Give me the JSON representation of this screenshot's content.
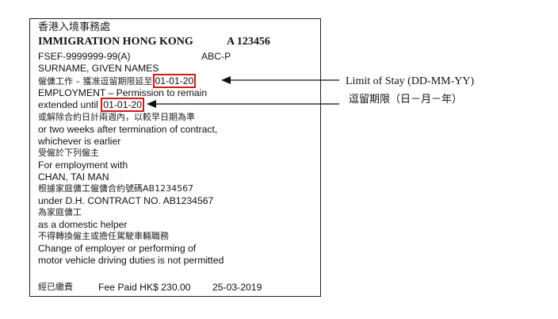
{
  "card": {
    "title_cjk": "香港入境事務處",
    "title_en": "IMMIGRATION HONG KONG",
    "serial": "A 123456",
    "file_ref": "FSEF-9999999-99(A)",
    "class_code": "ABC-P",
    "name_label": "SURNAME, GIVEN NAMES",
    "permit_cjk_prefix": "僱傭工作 – 獲准逗留期限延至",
    "limit_of_stay_value": "01-01-20",
    "employment_line": "EMPLOYMENT – Permission to remain",
    "extended_until_label": "extended until",
    "extended_until_value": "01-01-20",
    "termination_cjk": "或解除合約日計兩週內，以較早日期為準",
    "termination_en_1": "or two weeks after termination of contract,",
    "termination_en_2": "whichever is earlier",
    "employer_cjk": "受僱於下列僱主",
    "employer_en": "For employment with",
    "employer_name": "CHAN, TAI MAN",
    "contract_cjk": "根據家庭傭工僱傭合約號碼AB1234567",
    "contract_en": "under D.H. CONTRACT NO. AB1234567",
    "helper_cjk": "為家庭傭工",
    "helper_en": "as a domestic helper",
    "restriction_cjk": "不得轉換僱主或擔任駕駛車輛職務",
    "restriction_en_1": "Change of employer or performing of",
    "restriction_en_2": "motor vehicle driving duties is not permitted",
    "fee_cjk": "經已繳費",
    "fee_en": "Fee Paid HK$ 230.00",
    "fee_date": "25-03-2019"
  },
  "callout": {
    "label_en": "Limit of Stay (DD-MM-YY)",
    "label_cjk": "逗留期限（日－月－年）"
  },
  "colors": {
    "highlight": "#d01818",
    "border": "#222222"
  }
}
